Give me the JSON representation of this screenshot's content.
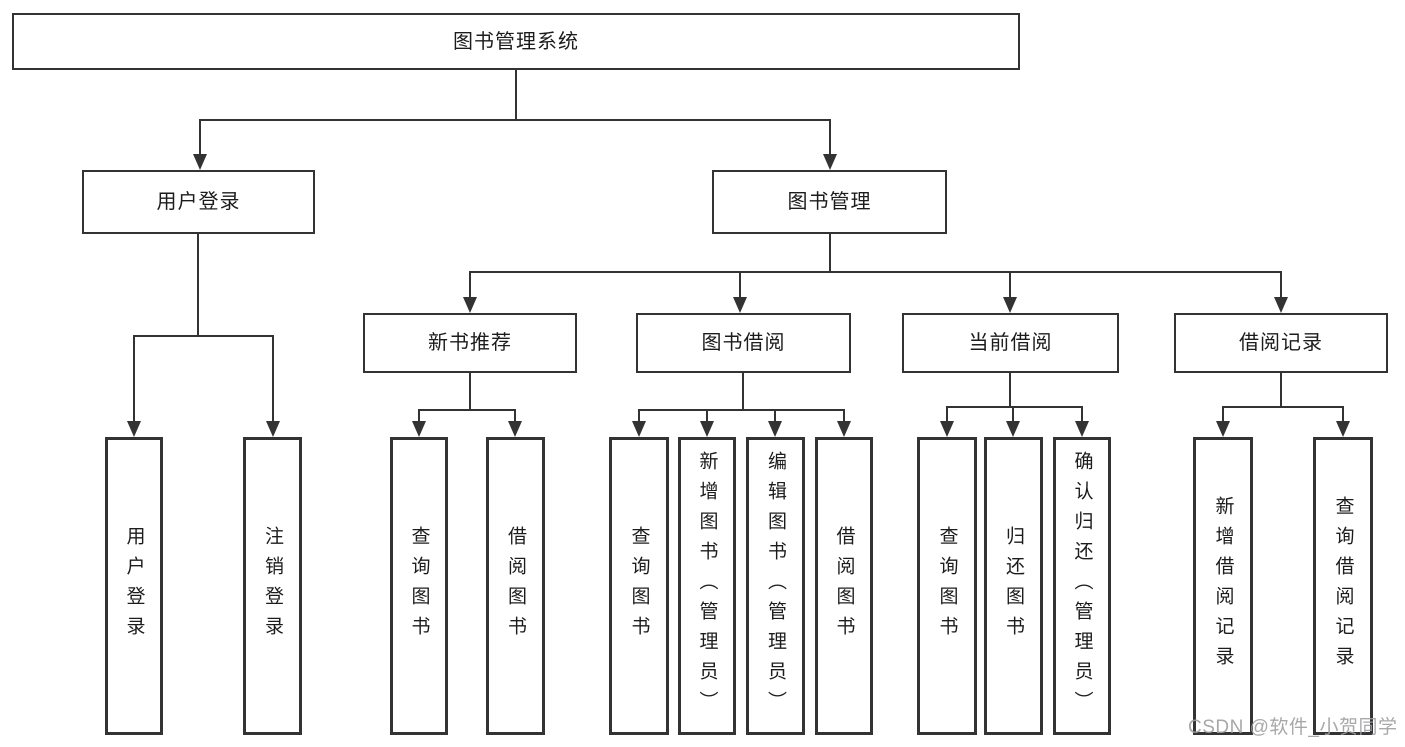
{
  "diagram": {
    "type": "hierarchy-tree",
    "nodes": {
      "root": {
        "label": "图书管理系统"
      },
      "level2": [
        {
          "label": "用户登录"
        },
        {
          "label": "图书管理"
        }
      ],
      "level3": [
        {
          "label": "新书推荐",
          "parent": "图书管理"
        },
        {
          "label": "图书借阅",
          "parent": "图书管理"
        },
        {
          "label": "当前借阅",
          "parent": "图书管理"
        },
        {
          "label": "借阅记录",
          "parent": "图书管理"
        }
      ],
      "level4": [
        {
          "label": "用户登录",
          "parent": "用户登录"
        },
        {
          "label": "注销登录",
          "parent": "用户登录"
        },
        {
          "label": "查询图书",
          "parent": "新书推荐"
        },
        {
          "label": "借阅图书",
          "parent": "新书推荐"
        },
        {
          "label": "查询图书",
          "parent": "图书借阅"
        },
        {
          "label": "新增图书（管理员）",
          "parent": "图书借阅"
        },
        {
          "label": "编辑图书（管理员）",
          "parent": "图书借阅"
        },
        {
          "label": "借阅图书",
          "parent": "图书借阅"
        },
        {
          "label": "查询图书",
          "parent": "当前借阅"
        },
        {
          "label": "归还图书",
          "parent": "当前借阅"
        },
        {
          "label": "确认归还（管理员）",
          "parent": "当前借阅"
        },
        {
          "label": "新增借阅记录",
          "parent": "借阅记录"
        },
        {
          "label": "查询借阅记录",
          "parent": "借阅记录"
        }
      ]
    },
    "colors": {
      "line": "#333333",
      "text": "#1c1c1c",
      "background": "#ffffff",
      "watermark": "#9e9ea2"
    }
  },
  "watermark": {
    "text": "CSDN @软件_小贺同学"
  }
}
